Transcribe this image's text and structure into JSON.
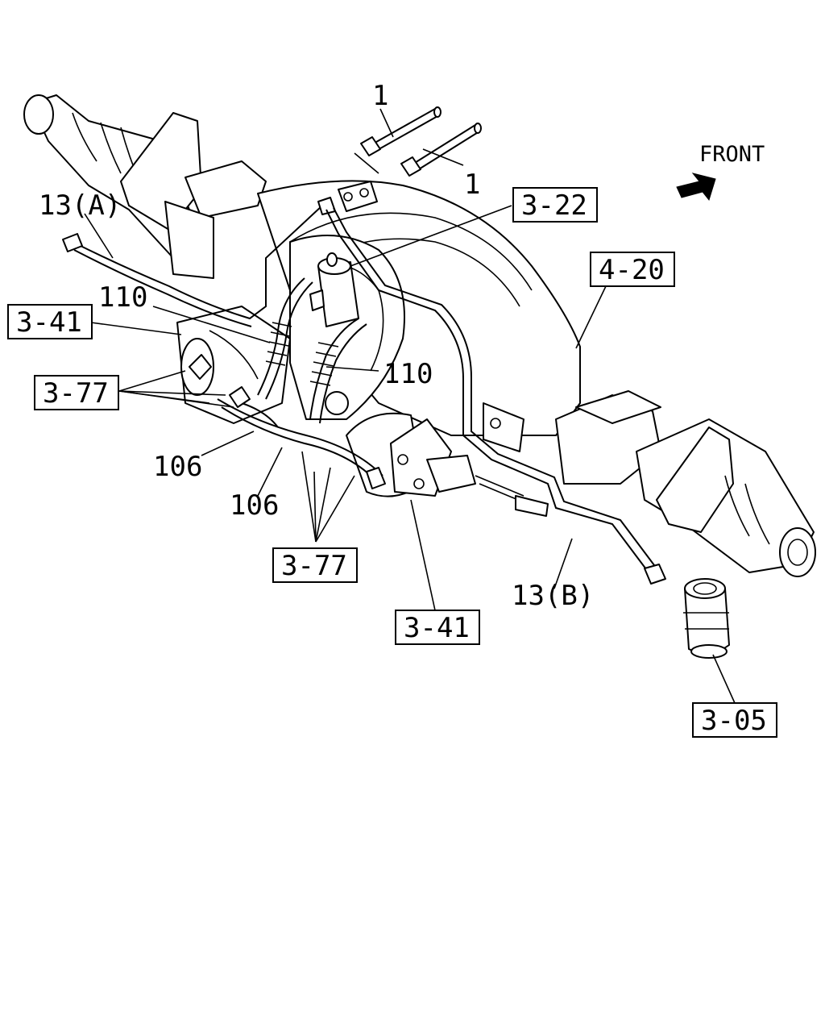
{
  "labels": {
    "bolt_1a": "1",
    "bolt_1b": "1",
    "hose_13a": "13(A)",
    "hose_13b": "13(B)",
    "hose_110a": "110",
    "hose_110b": "110",
    "pipe_106a": "106",
    "pipe_106b": "106",
    "front": "FRONT"
  },
  "boxed_refs": {
    "ref_322": "3-22",
    "ref_420": "4-20",
    "ref_341_left": "3-41",
    "ref_341_bottom": "3-41",
    "ref_377_left": "3-77",
    "ref_377_bottom": "3-77",
    "ref_305": "3-05"
  },
  "icons": {
    "front_arrow": "arrow-northeast-icon"
  },
  "colors": {
    "ink": "#000000",
    "paper": "#ffffff"
  }
}
